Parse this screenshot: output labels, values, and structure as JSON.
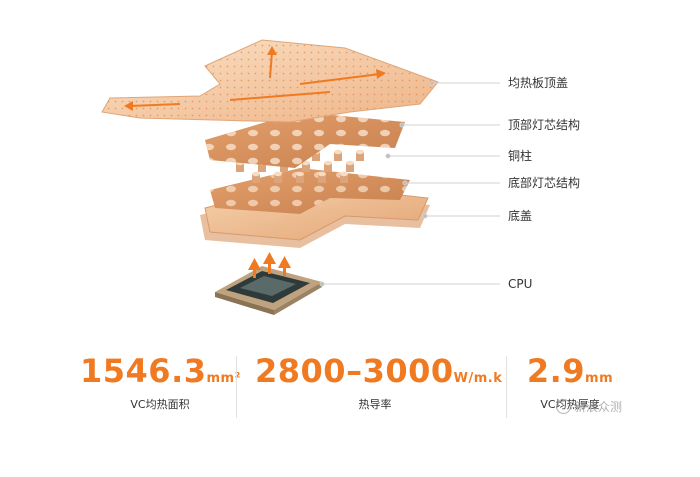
{
  "colors": {
    "accent": "#f07a22",
    "copper_light": "#f6cda8",
    "copper_mid": "#e6a574",
    "copper_dark": "#c7804e",
    "text": "#333333"
  },
  "labels": [
    {
      "id": "top-cover",
      "text": "均热板顶盖"
    },
    {
      "id": "top-wick",
      "text": "顶部灯芯结构"
    },
    {
      "id": "copper-pillar",
      "text": "铜柱"
    },
    {
      "id": "bottom-wick",
      "text": "底部灯芯结构"
    },
    {
      "id": "bottom-cover",
      "text": "底盖"
    },
    {
      "id": "cpu",
      "text": "CPU"
    }
  ],
  "stats": [
    {
      "value": "1546.3",
      "unit": "mm²",
      "caption": "VC均热面积"
    },
    {
      "value": "2800–3000",
      "unit": "W/m.k",
      "caption": "热导率"
    },
    {
      "value": "2.9",
      "unit": "mm",
      "caption": "VC均热厚度"
    }
  ],
  "watermark": {
    "text": "新浪众测",
    "icon": "weibo-icon"
  }
}
